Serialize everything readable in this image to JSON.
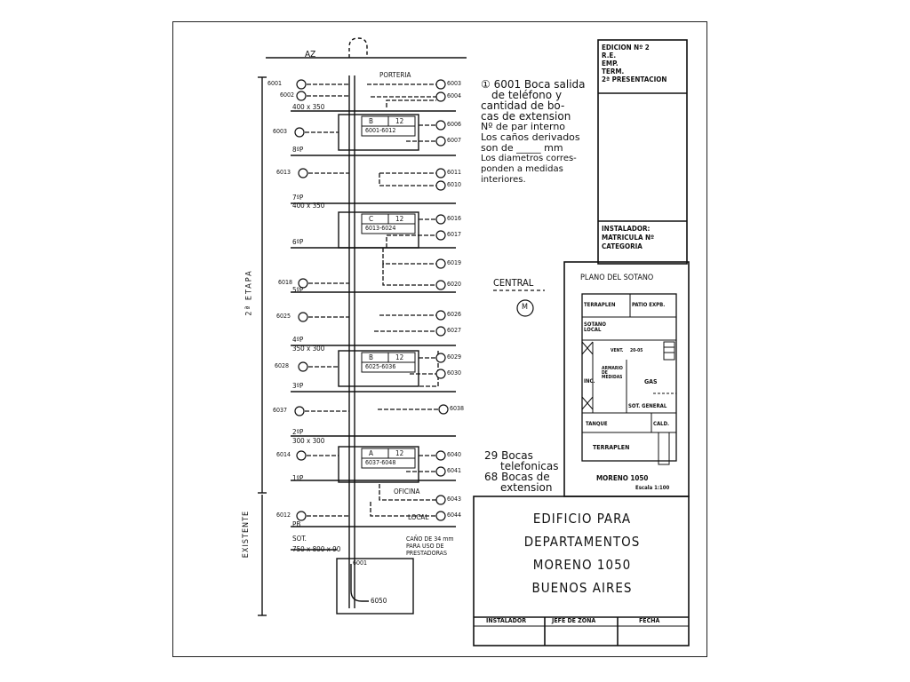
{
  "header": {
    "edition_lines": [
      "EDICION Nº 2",
      "R.E.",
      "EMP.",
      "TERM.",
      "2ª PRESENTACION"
    ],
    "installer_lines": [
      "INSTALADOR:",
      "MATRICULA Nº",
      "CATEGORIA"
    ]
  },
  "riser": {
    "top_label": "AZ",
    "porteria": "PORTERIA",
    "stage_upper": "2ª ETAPA",
    "stage_lower": "EXISTENTE",
    "floors": [
      "8ºP",
      "7ºP",
      "6ºP",
      "5ºP",
      "4ºP",
      "3ºP",
      "2ºP",
      "1ºP",
      "PB",
      "SOT."
    ],
    "boxes": [
      {
        "size": "400 x 350",
        "type": "B",
        "pairs": "12",
        "range": "6001-6012"
      },
      {
        "size": "400 x 350",
        "type": "C",
        "pairs": "12",
        "range": "6013-6024"
      },
      {
        "size": "350 x 300",
        "type": "B",
        "pairs": "12",
        "range": "6025-6036"
      },
      {
        "size": "300 x 300",
        "type": "A",
        "pairs": "12",
        "range": "6037-6048"
      }
    ],
    "basement_box": {
      "size": "750 x 800 x 90",
      "top": "6001",
      "bottom": "6050"
    },
    "left_outlets": [
      "6001",
      "6002",
      "6003",
      "6013",
      "6018",
      "6025",
      "6028",
      "6037",
      "6014",
      "6012"
    ],
    "right_outlets": [
      "6003",
      "6004",
      "6006",
      "6007",
      "6011",
      "6010",
      "6016",
      "6017",
      "6019",
      "6020",
      "6026",
      "6027",
      "6029",
      "6030",
      "6038",
      "6040",
      "6041",
      "6043",
      "6044"
    ],
    "oficina": "OFICINA",
    "local": "LOCAL",
    "cano_note": [
      "CAÑO DE 34 mm",
      "PARA USO DE",
      "PRESTADORAS"
    ]
  },
  "notes": {
    "legend": [
      "① 6001 Boca salida",
      "de teléfono y",
      "cantidad de bo-",
      "cas de extension",
      "Nº de par interno",
      "Los caños derivados",
      "son de _____ mm",
      "Los diametros corres-",
      "ponden a medidas",
      "interiores."
    ],
    "central": "CENTRAL",
    "central_symbol": "M",
    "summary": [
      "29 Bocas",
      "telefonicas",
      "68 Bocas de",
      "extension"
    ]
  },
  "basement_plan": {
    "title": "PLANO DEL SOTANO",
    "cells": [
      "TERRAPLEN",
      "PATIO EXPB.",
      "SOTANO LOCAL",
      "VENT.",
      "20-05",
      "ARMARIO DE MEDIDAS",
      "INC.",
      "GAS",
      "SOT. GENERAL",
      "TANQUE",
      "CALD.",
      "TERRAPLEN"
    ],
    "caption": "MORENO 1050",
    "scale": "Escala 1:100"
  },
  "title_block": {
    "lines": [
      "EDIFICIO  PARA",
      "DEPARTAMENTOS",
      "MORENO  1050",
      "BUENOS  AIRES"
    ],
    "footer": [
      "INSTALADOR",
      "JEFE DE ZONA",
      "FECHA"
    ]
  }
}
